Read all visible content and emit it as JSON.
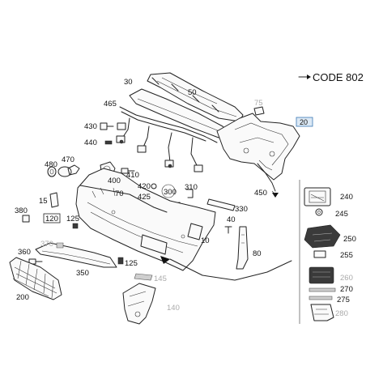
{
  "code_label": "CODE 802",
  "callouts": {
    "p10": "10",
    "p15": "15",
    "p20": "20",
    "p30": "30",
    "p40": "40",
    "p50": "50",
    "p70": "70",
    "p75": "75",
    "p80": "80",
    "p120": "120",
    "p125a": "125",
    "p125b": "125",
    "p140": "140",
    "p145": "145",
    "p200": "200",
    "p240": "240",
    "p245": "245",
    "p250": "250",
    "p255": "255",
    "p260": "260",
    "p270": "270",
    "p275": "275",
    "p280": "280",
    "p300": "300",
    "p310": "310",
    "p330": "330",
    "p350": "350",
    "p360": "360",
    "p370": "370",
    "p380": "380",
    "p400": "400",
    "p410": "410",
    "p420": "420",
    "p425": "425",
    "p430": "430",
    "p440": "440",
    "p450": "450",
    "p465": "465",
    "p470": "470",
    "p480": "480"
  }
}
